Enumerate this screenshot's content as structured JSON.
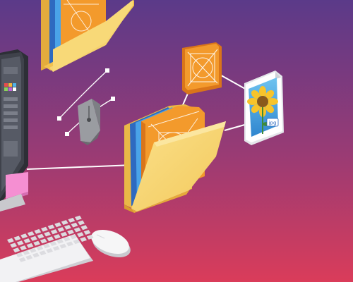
{
  "illustration": {
    "file_badge_text": "jpg",
    "colors": {
      "bg_top": "#5a3b86",
      "bg_bottom": "#d93d5b",
      "folder_front": "#f7d66f",
      "folder_back": "#e9b847",
      "folder_edge": "#f4c04a",
      "doc_orange": "#f39a2c",
      "doc_orange_dark": "#d9751a",
      "doc_blue": "#2e6ac0",
      "doc_blue_light": "#4aa3e8",
      "wire": "#ffffff",
      "monitor_dark": "#3a3d46",
      "sticky_note": "#f58fd2",
      "keyboard": "#f2f2f4",
      "mouse": "#f6f6f7",
      "sunflower_petal": "#f7c42b",
      "sunflower_center": "#8a5a1c",
      "pen_tool": "#8f9195"
    },
    "elements": [
      "monitor",
      "top-folder",
      "pen-tool-icon",
      "main-folder",
      "vector-tile",
      "image-file-card",
      "computer-mouse",
      "keyboard"
    ]
  }
}
